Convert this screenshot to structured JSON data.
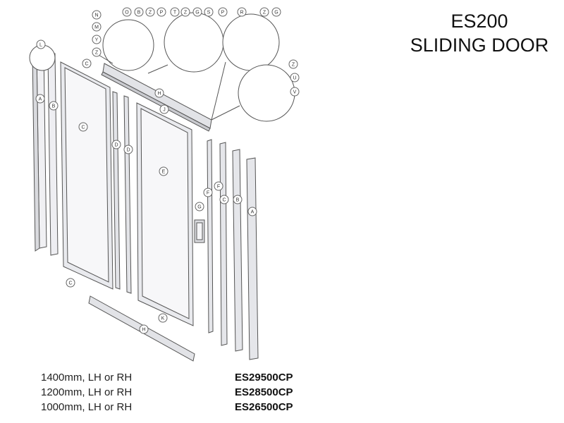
{
  "title": {
    "line1": "ES200",
    "line2": "SLIDING DOOR"
  },
  "products": [
    {
      "size": "1400mm, LH or RH",
      "code": "ES29500CP"
    },
    {
      "size": "1200mm, LH or RH",
      "code": "ES28500CP"
    },
    {
      "size": "1000mm, LH or RH",
      "code": "ES26500CP"
    }
  ],
  "part_labels": [
    "N",
    "M",
    "Y",
    "Z",
    "O",
    "B",
    "Z",
    "P",
    "T",
    "Z",
    "G",
    "S",
    "P",
    "R",
    "Z",
    "G",
    "A",
    "B",
    "C",
    "C",
    "H",
    "J",
    "D",
    "D",
    "E",
    "F",
    "F",
    "C",
    "B",
    "A",
    "G",
    "C",
    "H",
    "K",
    "Z",
    "U",
    "V",
    "L"
  ],
  "colors": {
    "line": "#555555",
    "panel": "#e9eaee",
    "bubble": "#ffffff"
  }
}
